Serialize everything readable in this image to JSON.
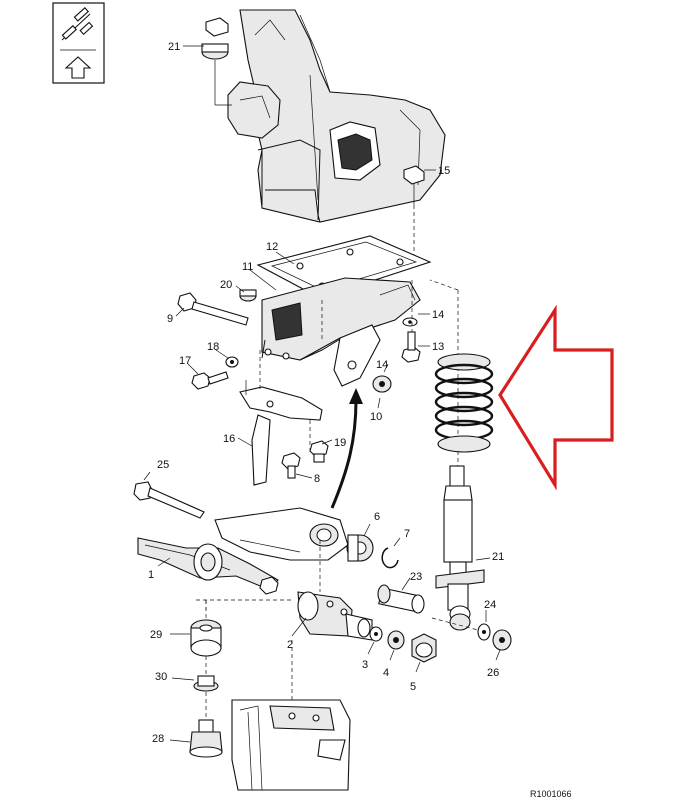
{
  "diagram": {
    "reference_code": "R1001066",
    "callouts": [
      "21",
      "15",
      "12",
      "11",
      "20",
      "9",
      "14",
      "13",
      "18",
      "17",
      "10",
      "16",
      "19",
      "8",
      "25",
      "6",
      "7",
      "1",
      "23",
      "21",
      "24",
      "29",
      "2",
      "3",
      "4",
      "5",
      "26",
      "30",
      "28",
      "14"
    ],
    "highlight_arrow": {
      "color": "#d81e1e",
      "direction": "left"
    },
    "nav_icon": "navigation-arrow-icon"
  }
}
